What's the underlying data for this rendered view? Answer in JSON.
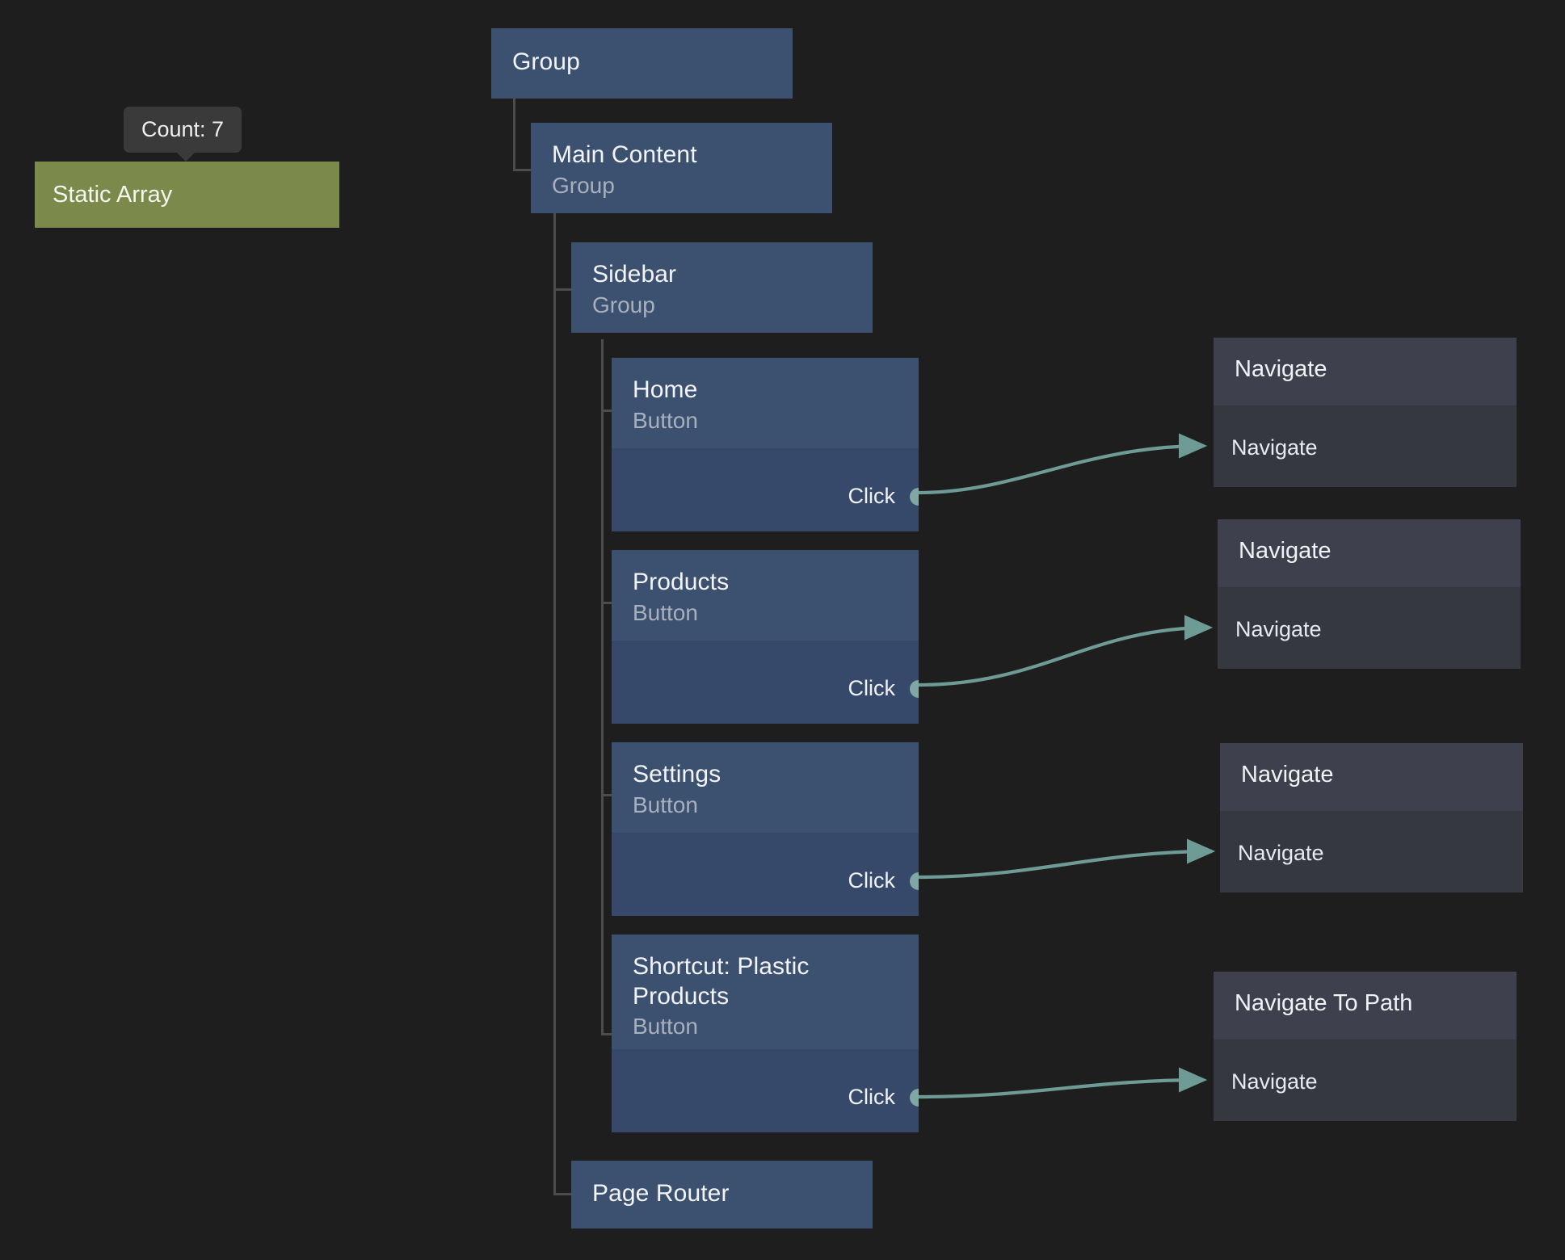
{
  "canvas": {
    "background": "#1e1e1e",
    "accent_blue": "#3c5070",
    "accent_blue_body": "#37496a",
    "accent_gray": "#383b47",
    "accent_olive": "#7b8a4a",
    "edge_color": "#6f9b97",
    "connector_color": "#4c4c4c"
  },
  "tooltip": {
    "label": "Count: 7"
  },
  "static_node": {
    "label": "Static Array"
  },
  "tree": {
    "nodes": [
      {
        "title": "Group",
        "subtitle": ""
      },
      {
        "title": "Main Content",
        "subtitle": "Group"
      },
      {
        "title": "Sidebar",
        "subtitle": "Group"
      },
      {
        "title": "Home",
        "subtitle": "Button",
        "port": "Click"
      },
      {
        "title": "Products",
        "subtitle": "Button",
        "port": "Click"
      },
      {
        "title": "Settings",
        "subtitle": "Button",
        "port": "Click"
      },
      {
        "title": "Shortcut: Plastic Products",
        "subtitle": "Button",
        "port": "Click"
      },
      {
        "title": "Page Router",
        "subtitle": ""
      }
    ]
  },
  "actions": [
    {
      "title": "Navigate",
      "input": "Navigate"
    },
    {
      "title": "Navigate",
      "input": "Navigate"
    },
    {
      "title": "Navigate",
      "input": "Navigate"
    },
    {
      "title": "Navigate To Path",
      "input": "Navigate"
    }
  ],
  "connections": [
    {
      "from": "Home.Click",
      "to": "Navigate.Navigate"
    },
    {
      "from": "Products.Click",
      "to": "Navigate.Navigate"
    },
    {
      "from": "Settings.Click",
      "to": "Navigate.Navigate"
    },
    {
      "from": "Shortcut: Plastic Products.Click",
      "to": "Navigate To Path.Navigate"
    }
  ]
}
